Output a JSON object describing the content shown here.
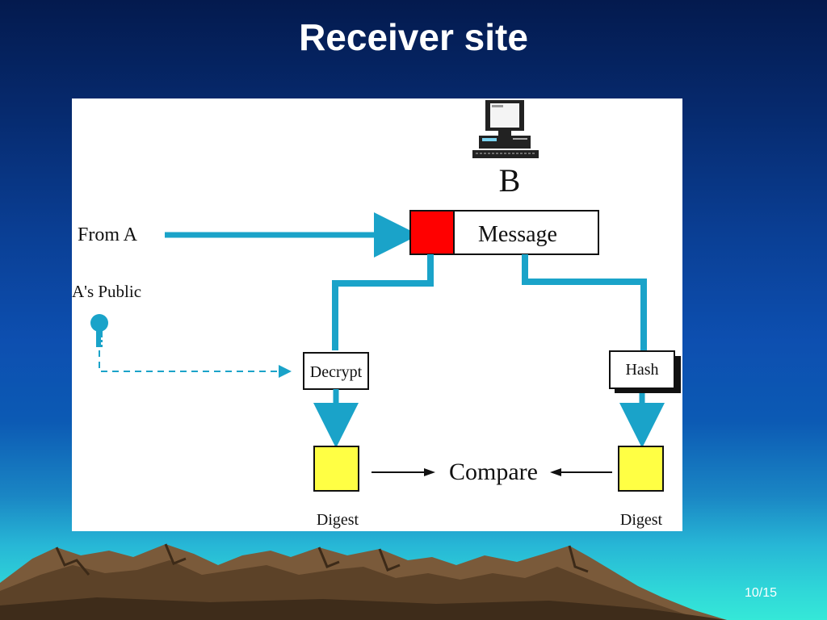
{
  "slide": {
    "title": "Receiver site",
    "page_number": "10/15"
  },
  "diagram": {
    "receiver_label": "B",
    "from_label": "From A",
    "key_label": "A's Public",
    "message_label": "Message",
    "decrypt_label": "Decrypt",
    "hash_label": "Hash",
    "compare_label": "Compare",
    "digest_left_label": "Digest",
    "digest_right_label": "Digest",
    "icons": [
      "computer-icon",
      "key-icon"
    ],
    "colors": {
      "flow_arrow": "#1aa3c9",
      "signature_block": "#ff0000",
      "digest_box": "#ffff44",
      "background_top": "#041a4e",
      "background_bottom": "#35e8d8"
    }
  }
}
